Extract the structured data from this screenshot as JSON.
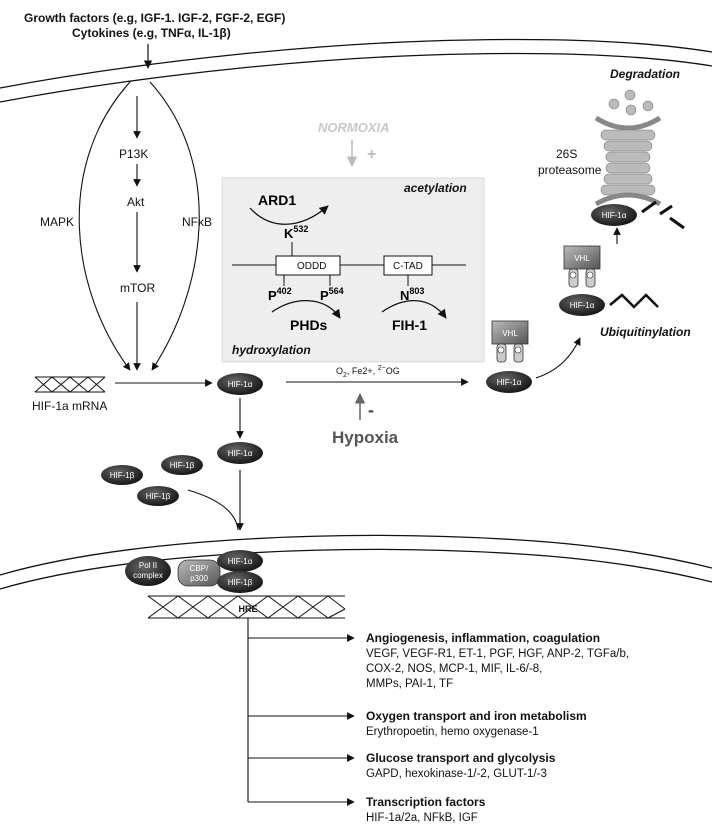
{
  "top_inputs": {
    "line1": "Growth factors (e.g, IGF-1. IGF-2, FGF-2, EGF)",
    "line2": "Cytokines (e.g, TNFα, IL-1β)"
  },
  "pathway": {
    "mapk": "MAPK",
    "pi3k": "P13K",
    "akt": "Akt",
    "mtor": "mTOR",
    "nfkb": "NFκB",
    "mrna": "HIF-1a mRNA"
  },
  "normoxia": {
    "label": "NORMOXIA",
    "sign": "+"
  },
  "box": {
    "acetylation": "acetylation",
    "ard1": "ARD1",
    "k532_base": "K",
    "k532_sup": "532",
    "oddd": "ODDD",
    "ctad": "C-TAD",
    "p402_base": "P",
    "p402_sup": "402",
    "p564_base": "P",
    "p564_sup": "564",
    "n803_base": "N",
    "n803_sup": "803",
    "phds": "PHDs",
    "fih1": "FIH-1",
    "hydroxylation": "hydroxylation"
  },
  "cofactors": {
    "o2": "O",
    "o2_sub": "2",
    "fe": ", Fe2+, ",
    "og_sup": "2−",
    "og": "OG"
  },
  "hypoxia": {
    "label": "Hypoxia",
    "sign": "-"
  },
  "proteins": {
    "hif1a": "HIF-1α",
    "hif1b": "HIF-1β",
    "vhl": "VHL",
    "pol2_line1": "Pol II",
    "pol2_line2": "complex",
    "cbp_line1": "CBP/",
    "cbp_line2": "p300",
    "hre": "HRE"
  },
  "degradation": {
    "title": "Degradation",
    "proteasome_line1": "26S",
    "proteasome_line2": "proteasome",
    "ubiquitinylation": "Ubiquitinylation"
  },
  "outcomes": [
    {
      "title": "Angiogenesis, inflammation, coagulation",
      "lines": [
        "VEGF, VEGF-R1, ET-1, PGF, HGF, ANP-2, TGFa/b,",
        "COX-2, NOS, MCP-1, MIF, IL-6/-8,",
        "MMPs, PAI-1, TF"
      ]
    },
    {
      "title": "Oxygen transport and iron metabolism",
      "lines": [
        "Erythropoetin, hemo oxygenase-1"
      ]
    },
    {
      "title": "Glucose transport and glycolysis",
      "lines": [
        "GAPD, hexokinase-1/-2, GLUT-1/-3"
      ]
    },
    {
      "title": "Transcription factors",
      "lines": [
        "HIF-1a/2a, NFkB, IGF"
      ]
    }
  ]
}
